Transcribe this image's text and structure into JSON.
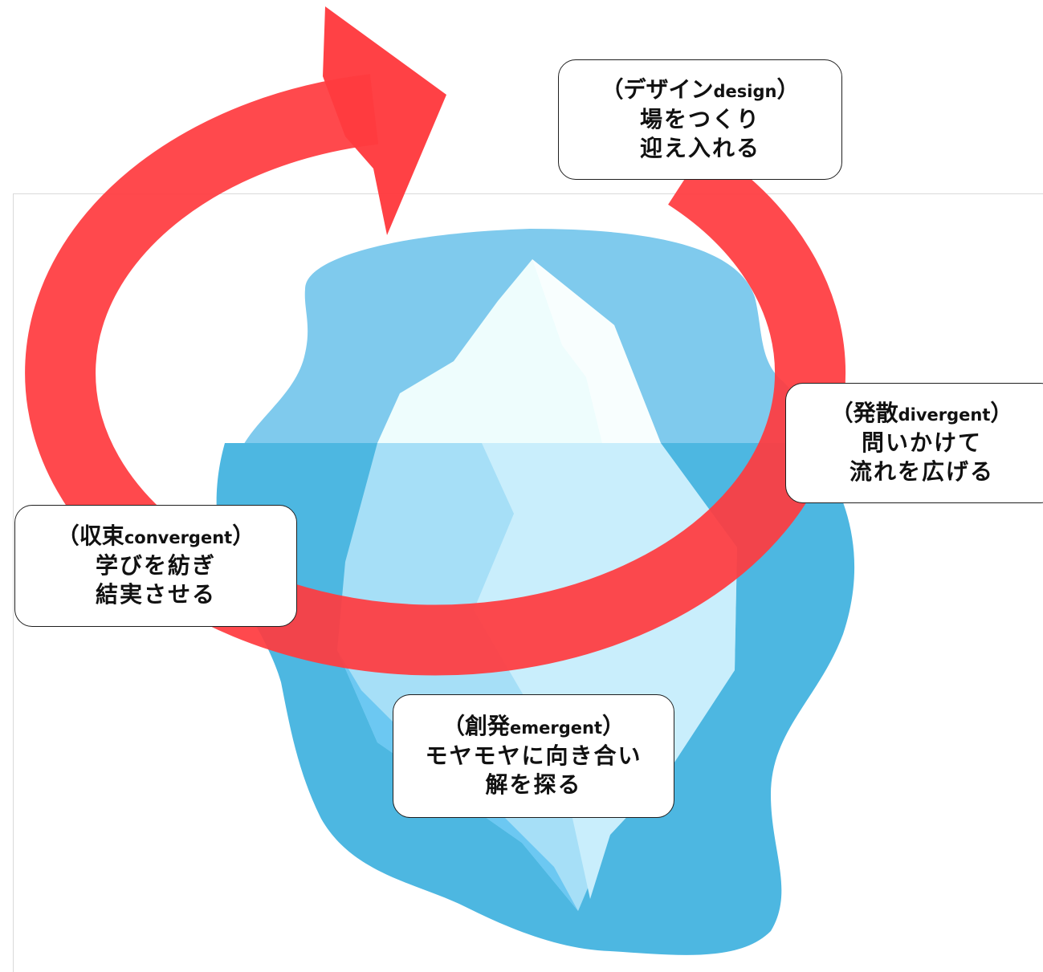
{
  "colors": {
    "arrow": "#ff3b3f",
    "water": "#4db7e1",
    "sky_halo": "#7fcaed",
    "ice_light": "#eefdfd",
    "ice_mid": "#c6ecfb",
    "ice_under": "#9fd9f5",
    "ice_deep": "#6cc8f2"
  },
  "labels": {
    "design": {
      "paren_open": "（",
      "jp": "デザイン",
      "en": "design",
      "paren_close": "）",
      "line2": "場をつくり",
      "line3": "迎え入れる"
    },
    "divergent": {
      "paren_open": "（",
      "jp": "発散",
      "en": "divergent",
      "paren_close": "）",
      "line2": "問いかけて",
      "line3": "流れを広げる"
    },
    "convergent": {
      "paren_open": "（",
      "jp": "収束",
      "en": "convergent",
      "paren_close": "）",
      "line2": "学びを紡ぎ",
      "line3": "結実させる"
    },
    "emergent": {
      "paren_open": "（",
      "jp": "創発",
      "en": "emergent",
      "paren_close": "）",
      "line2": "モヤモヤに向き合い",
      "line3": "解を探る"
    }
  }
}
